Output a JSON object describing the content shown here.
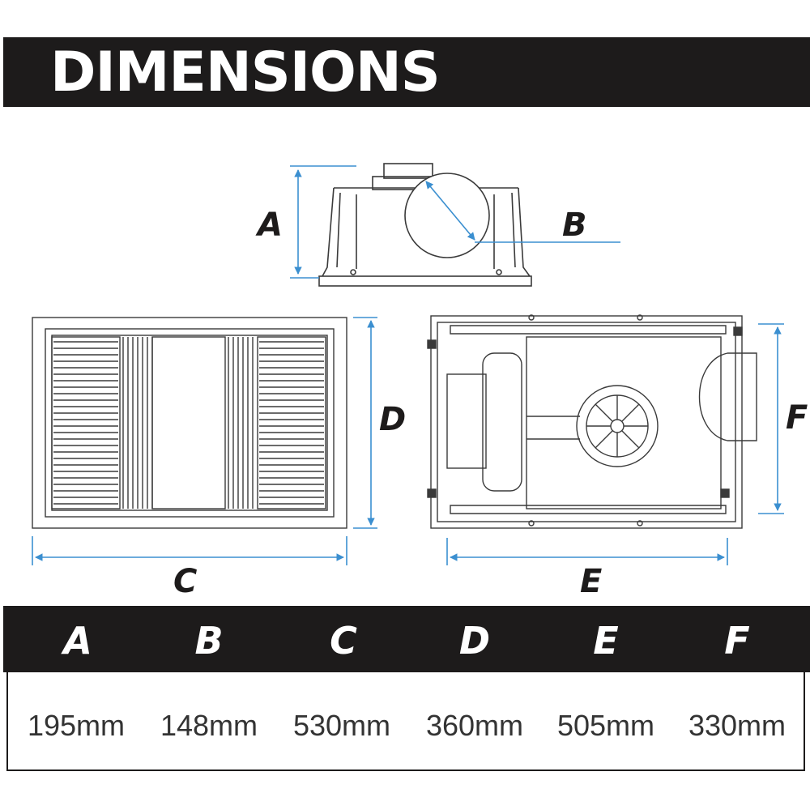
{
  "header": {
    "title": "DIMENSIONS"
  },
  "diagram_labels": {
    "A": "A",
    "B": "B",
    "C": "C",
    "D": "D",
    "E": "E",
    "F": "F"
  },
  "table": {
    "headers": [
      "A",
      "B",
      "C",
      "D",
      "E",
      "F"
    ],
    "values": [
      "195mm",
      "148mm",
      "530mm",
      "360mm",
      "505mm",
      "330mm"
    ]
  },
  "colors": {
    "dark": "#1d1b1b",
    "dimension_line": "#3b8fd0",
    "line_art": "#3a3a3a"
  }
}
